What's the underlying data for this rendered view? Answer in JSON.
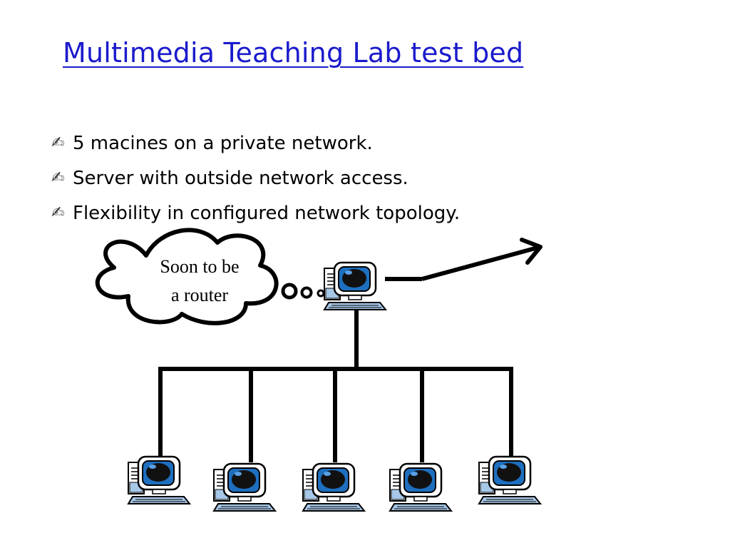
{
  "slide": {
    "title": "Multimedia Teaching Lab test bed",
    "bullet_icon": "writing-hand-icon",
    "bullets": [
      "5 macines on a private network.",
      "Server with outside network access.",
      "Flexibility in configured network topology."
    ]
  },
  "diagram": {
    "callout_line1": "Soon to be",
    "callout_line2": "a router",
    "server_icon": "computer-icon",
    "client_count": 5,
    "colors": {
      "title": "#1a1acc",
      "screen": "#1e6fbf",
      "monitor_body": "#ffffff",
      "keyboard": "#a7c7e7"
    }
  }
}
